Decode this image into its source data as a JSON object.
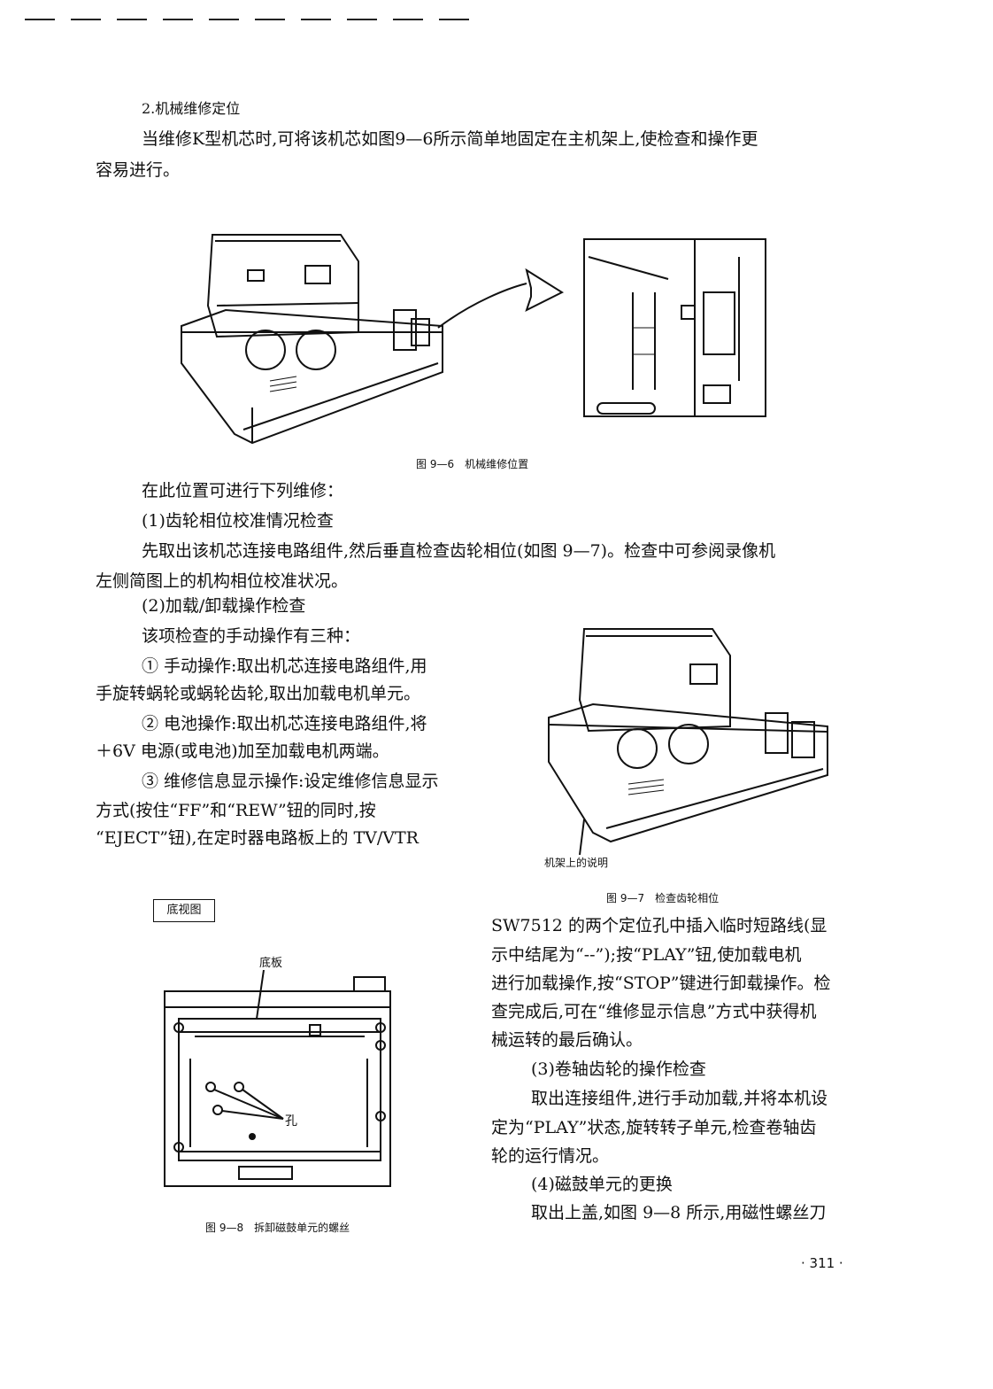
{
  "heading": "2.机械维修定位",
  "intro": {
    "line1": "当维修K型机芯时,可将该机芯如图9—6所示简单地固定在主机架上,使检查和操作更",
    "line2": "容易进行。"
  },
  "fig6": {
    "caption": "图 9—6　机械维修位置"
  },
  "para_positions": "在此位置可进行下列维修：",
  "item1": {
    "title": "(1)齿轮相位校准情况检查",
    "line1": "先取出该机芯连接电路组件,然后垂直检查齿轮相位(如图 9—7)。检查中可参阅录像机",
    "line2": "左侧简图上的机构相位校准状况。"
  },
  "item2": {
    "title": "(2)加载/卸载操作检查",
    "intro": "该项检查的手动操作有三种：",
    "a_line1": "① 手动操作:取出机芯连接电路组件,用",
    "a_line2": "手旋转蜗轮或蜗轮齿轮,取出加载电机单元。",
    "b_line1": "② 电池操作:取出机芯连接电路组件,将",
    "b_line2": "＋6V 电源(或电池)加至加载电机两端。",
    "c_line1": "③ 维修信息显示操作:设定维修信息显示",
    "c_line2": "方式(按住“FF”和“REW”钮的同时,按",
    "c_line3": "“EJECT”钮),在定时器电路板上的 TV/VTR"
  },
  "fig7": {
    "label": "机架上的说明",
    "caption": "图 9—7　检查齿轮相位"
  },
  "right_col": {
    "l1": "SW7512 的两个定位孔中插入临时短路线(显",
    "l2": "示中结尾为“--”);按“PLAY”钮,使加载电机",
    "l3": "进行加载操作,按“STOP”键进行卸载操作。检",
    "l4": "查完成后,可在“维修显示信息”方式中获得机",
    "l5": "械运转的最后确认。",
    "item3_title": "(3)卷轴齿轮的操作检查",
    "i3_l1": "取出连接组件,进行手动加载,并将本机设",
    "i3_l2": "定为“PLAY”状态,旋转转子单元,检查卷轴齿",
    "i3_l3": "轮的运行情况。",
    "item4_title": "(4)磁鼓单元的更换",
    "i4_l1": "取出上盖,如图 9—8 所示,用磁性螺丝刀"
  },
  "fig8": {
    "box_label": "底视图",
    "label_base": "底板",
    "label_hole": "孔",
    "caption": "图 9—8　拆卸磁鼓单元的螺丝"
  },
  "page_number": "· 311 ·"
}
